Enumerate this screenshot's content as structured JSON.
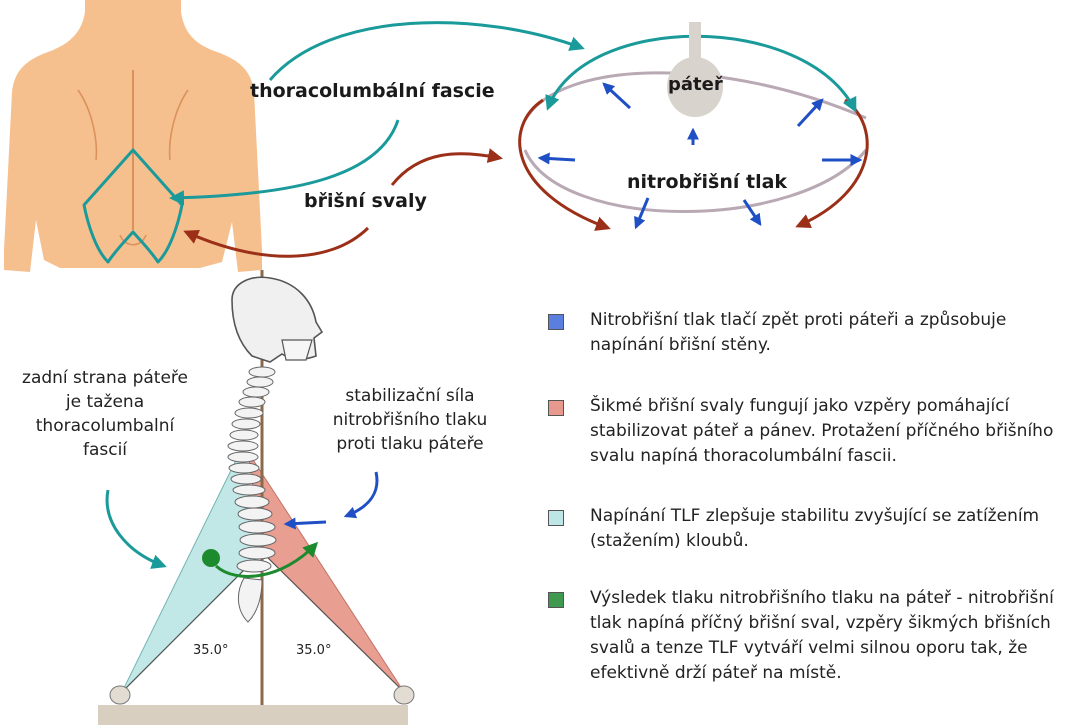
{
  "labels": {
    "fascia": "thoracolumbální fascie",
    "muscles": "břišní svaly",
    "spine": "páteř",
    "pressure": "nitrobřišní tlak",
    "back_side": [
      "zadní strana páteře",
      "je tažena",
      "thoracolumbalní",
      "fascií"
    ],
    "stabilizing": [
      "stabilizační síla",
      "nitrobřišního tlaku",
      "proti tlaku páteře"
    ],
    "angle_left": "35.0°",
    "angle_right": "35.0°"
  },
  "legend": [
    {
      "color": "#5b7fe0",
      "text": "Nitrobřišní tlak tlačí zpět proti páteři a způsobuje napínání břišní stěny."
    },
    {
      "color": "#e8998d",
      "text": "Šikmé břišní svaly fungují jako vzpěry pomáhající stabilizovat páteř a pánev. Protažení příčného břišního svalu napíná thoracolumbální fascii."
    },
    {
      "color": "#bfe6e6",
      "text": "Napínání TLF zlepšuje stabilitu zvyšující se zatížením (stažením) kloubů."
    },
    {
      "color": "#3f9a4f",
      "text": "Výsledek tlaku nitrobřišního tlaku na páteř - nitrobřišní tlak napíná příčný břišní sval, vzpěry šikmých břišních svalů a tenze TLF vytváří velmi silnou oporu tak, že efektivně drží páteř na místě."
    }
  ],
  "colors": {
    "skin": "#f6c08e",
    "teal": "#1a9a9a",
    "brown": "#9b2f17",
    "blue": "#1f4fc4",
    "green": "#1e8a2e",
    "red_triangle": "#e8998d",
    "teal_triangle": "#bfe6e6"
  }
}
